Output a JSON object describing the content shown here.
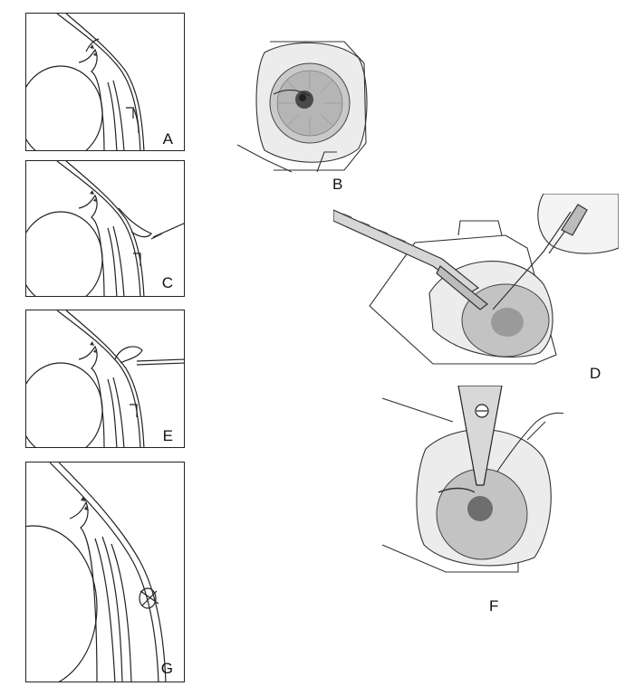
{
  "figure": {
    "labels": {
      "a": "A",
      "b": "B",
      "c": "C",
      "d": "D",
      "e": "E",
      "f": "F",
      "g": "G"
    }
  }
}
